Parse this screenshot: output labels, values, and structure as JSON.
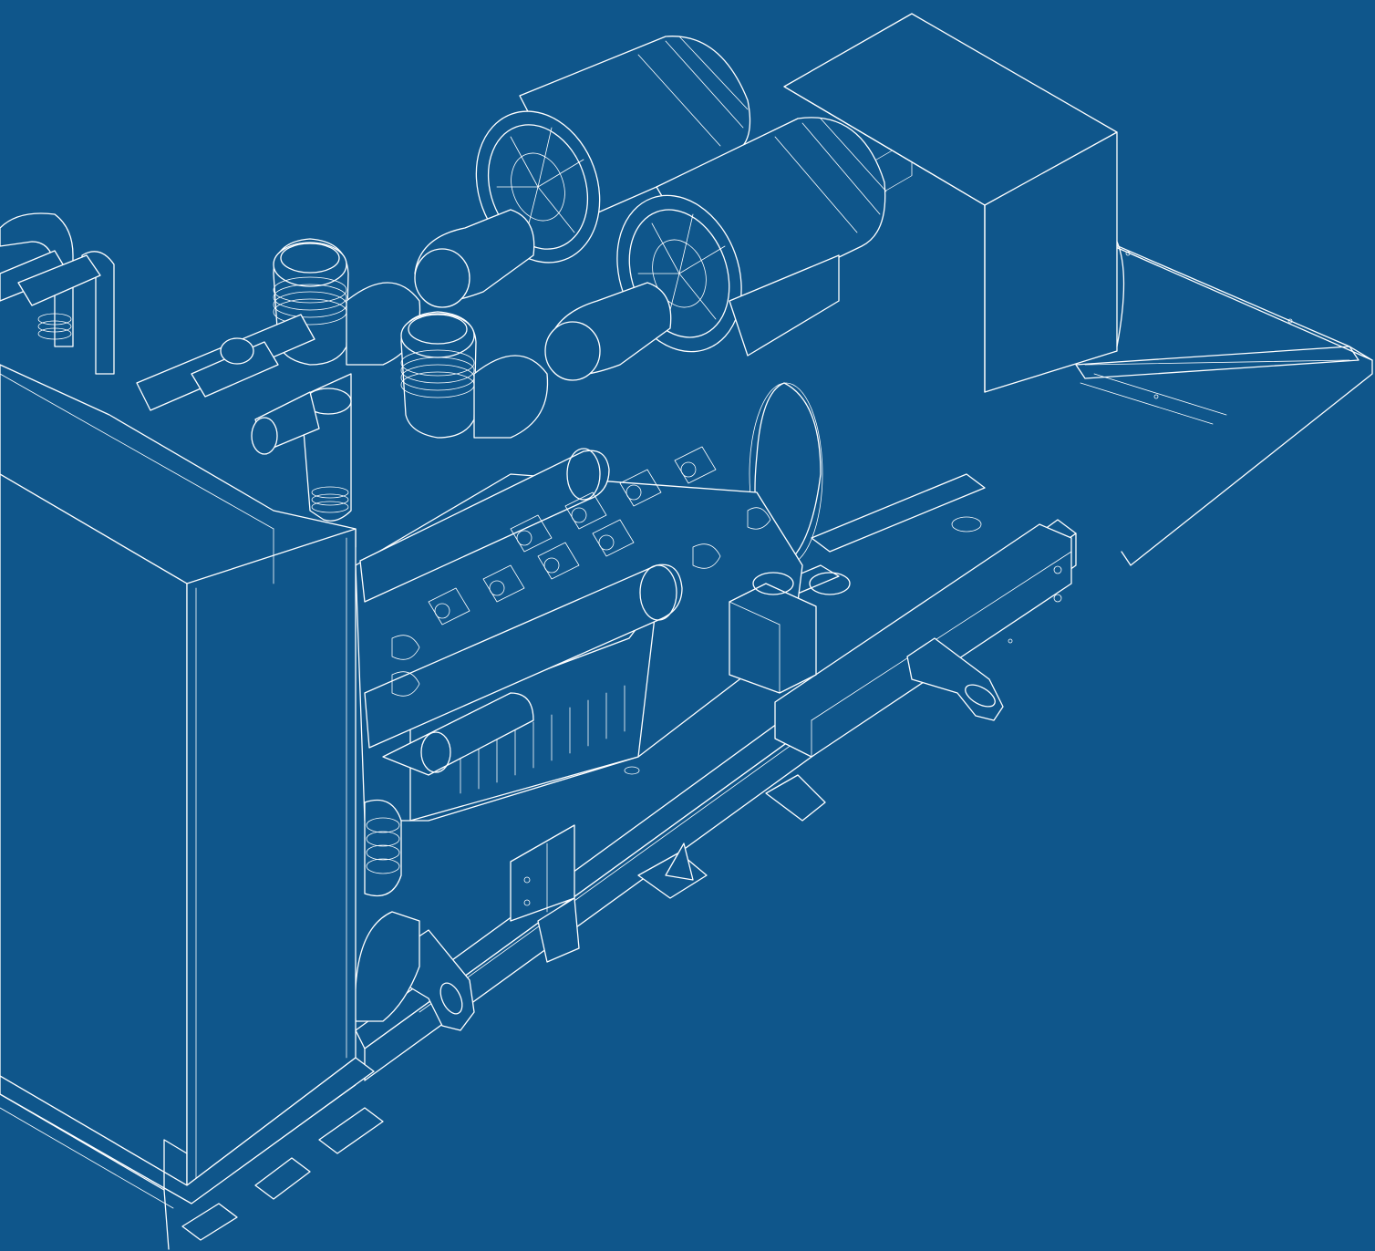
{
  "colors": {
    "background": "#0f568b",
    "line": "#ffffff"
  },
  "drawing": {
    "subject": "generator-set-line-drawing",
    "components": [
      "radiator",
      "engine",
      "air-cleaner-left",
      "air-cleaner-right",
      "turbocharger-left",
      "turbocharger-right",
      "coolant-pipes",
      "alternator",
      "base-frame",
      "lifting-lug-front",
      "lifting-lug-rear",
      "mounting-feet"
    ]
  }
}
